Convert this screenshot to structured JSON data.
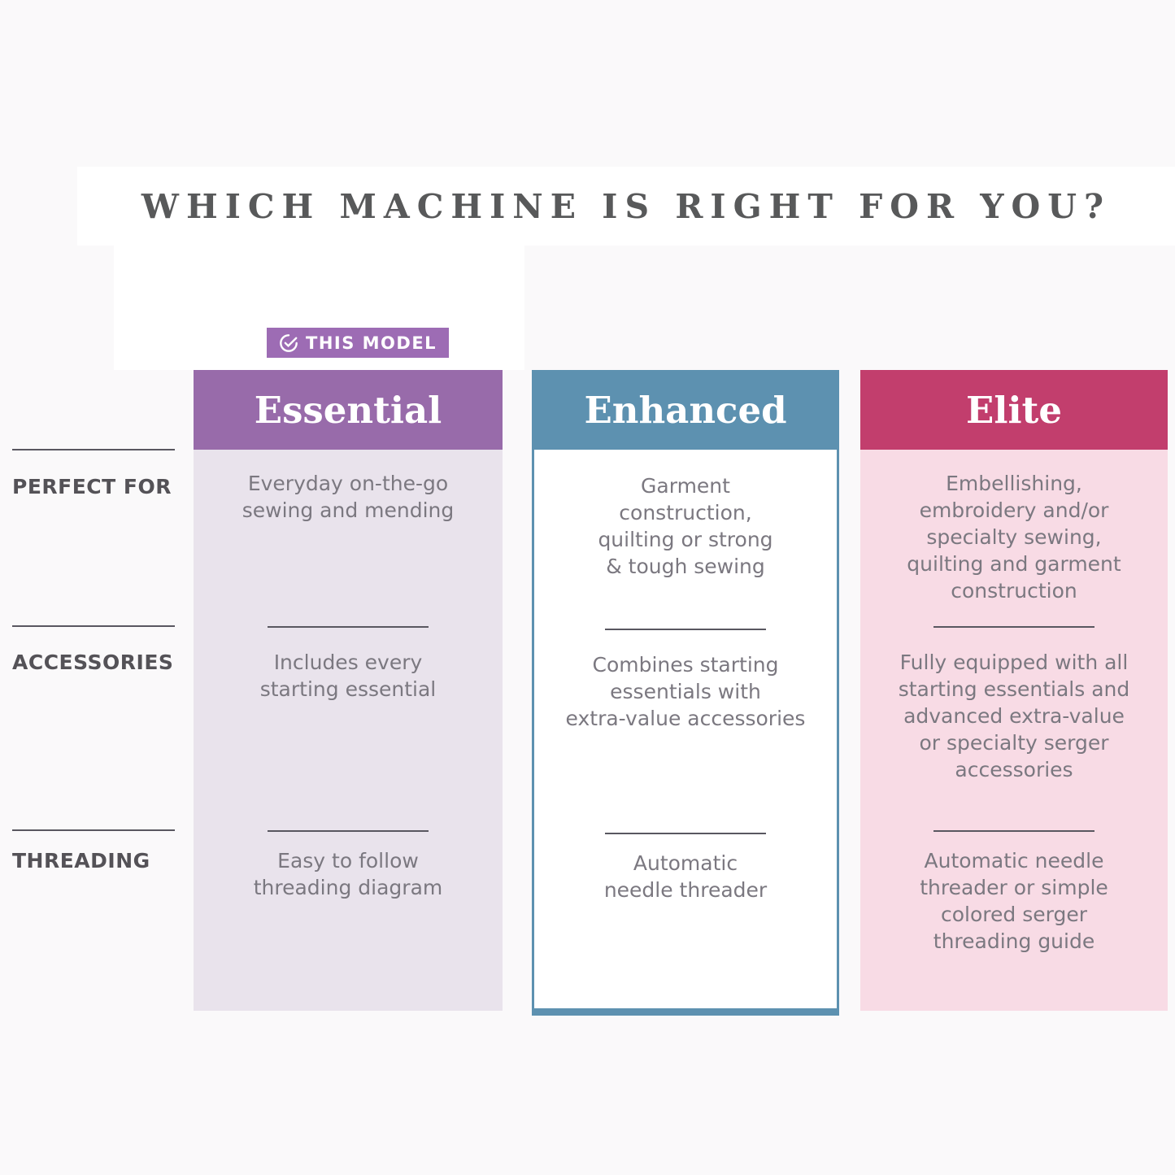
{
  "title": "WHICH MACHINE IS RIGHT FOR YOU?",
  "badge": {
    "label": "THIS MODEL",
    "icon": "check-circle-icon",
    "applies_to": "Essential"
  },
  "colors": {
    "page_background": "#faf9fa",
    "title_band": "#ffffff",
    "title_text": "#58595a",
    "badge_bg": "#9d6cb4",
    "essential_header": "#986baa",
    "essential_body": "#e9e3ec",
    "enhanced_header": "#5d91b0",
    "enhanced_border": "#5d91b0",
    "enhanced_body": "#ffffff",
    "elite_header": "#c23e6d",
    "elite_body": "#f8dbe5",
    "cell_text": "#7b7880",
    "row_label_text": "#545257",
    "rule_lines": "#595760"
  },
  "chart_data": {
    "type": "table",
    "title": "WHICH MACHINE IS RIGHT FOR YOU?",
    "row_headers": [
      "PERFECT FOR",
      "ACCESSORIES",
      "THREADING"
    ],
    "columns": [
      {
        "name": "Essential",
        "badge": "THIS MODEL",
        "cells": [
          "Everyday on-the-go\nsewing and mending",
          "Includes every\nstarting essential",
          "Easy to follow\nthreading diagram"
        ]
      },
      {
        "name": "Enhanced",
        "cells": [
          "Garment\nconstruction,\nquilting or strong\n& tough sewing",
          "Combines starting\nessentials with\nextra-value accessories",
          "Automatic\nneedle threader"
        ]
      },
      {
        "name": "Elite",
        "cells": [
          "Embellishing,\nembroidery and/or\nspecialty sewing,\nquilting and garment\nconstruction",
          "Fully equipped with all\nstarting essentials and\nadvanced extra-value\nor specialty serger\naccessories",
          "Automatic needle\nthreader or simple\ncolored serger\nthreading guide"
        ]
      }
    ]
  }
}
